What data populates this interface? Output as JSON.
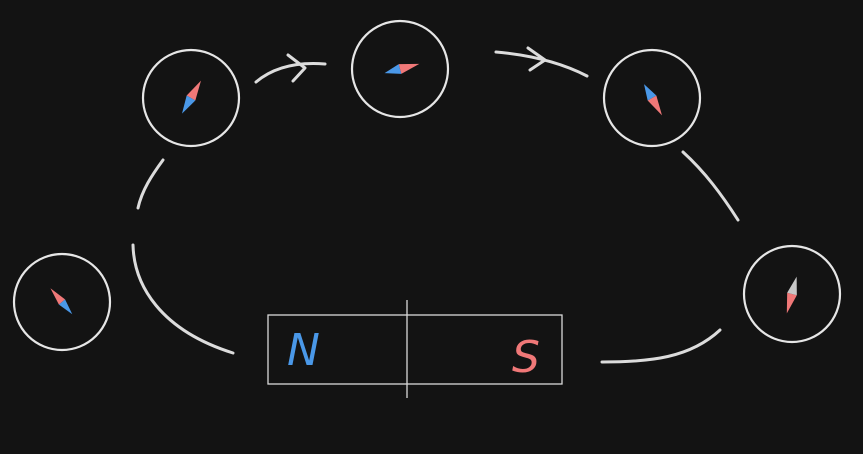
{
  "magnet": {
    "north_label": "N",
    "south_label": "S",
    "north_color": "#4a98e8",
    "south_color": "#f07878"
  },
  "compasses": [
    {
      "id": "compass-left",
      "needle_angle": -40,
      "tail_color": "#f07878",
      "tip_color": "#4a98e8"
    },
    {
      "id": "compass-upper-left",
      "needle_angle": 30,
      "tail_color": "#f07878",
      "tip_color": "#4a98e8"
    },
    {
      "id": "compass-top",
      "needle_angle": 75,
      "tail_color": "#f07878",
      "tip_color": "#4a98e8"
    },
    {
      "id": "compass-upper-right",
      "needle_angle": 150,
      "tail_color": "#f07878",
      "tip_color": "#4a98e8"
    },
    {
      "id": "compass-right",
      "needle_angle": 195,
      "tail_color": "#f07878",
      "tip_color": "#c8c8c8"
    }
  ],
  "colors": {
    "background": "#131313",
    "line": "#dcdcdc"
  }
}
